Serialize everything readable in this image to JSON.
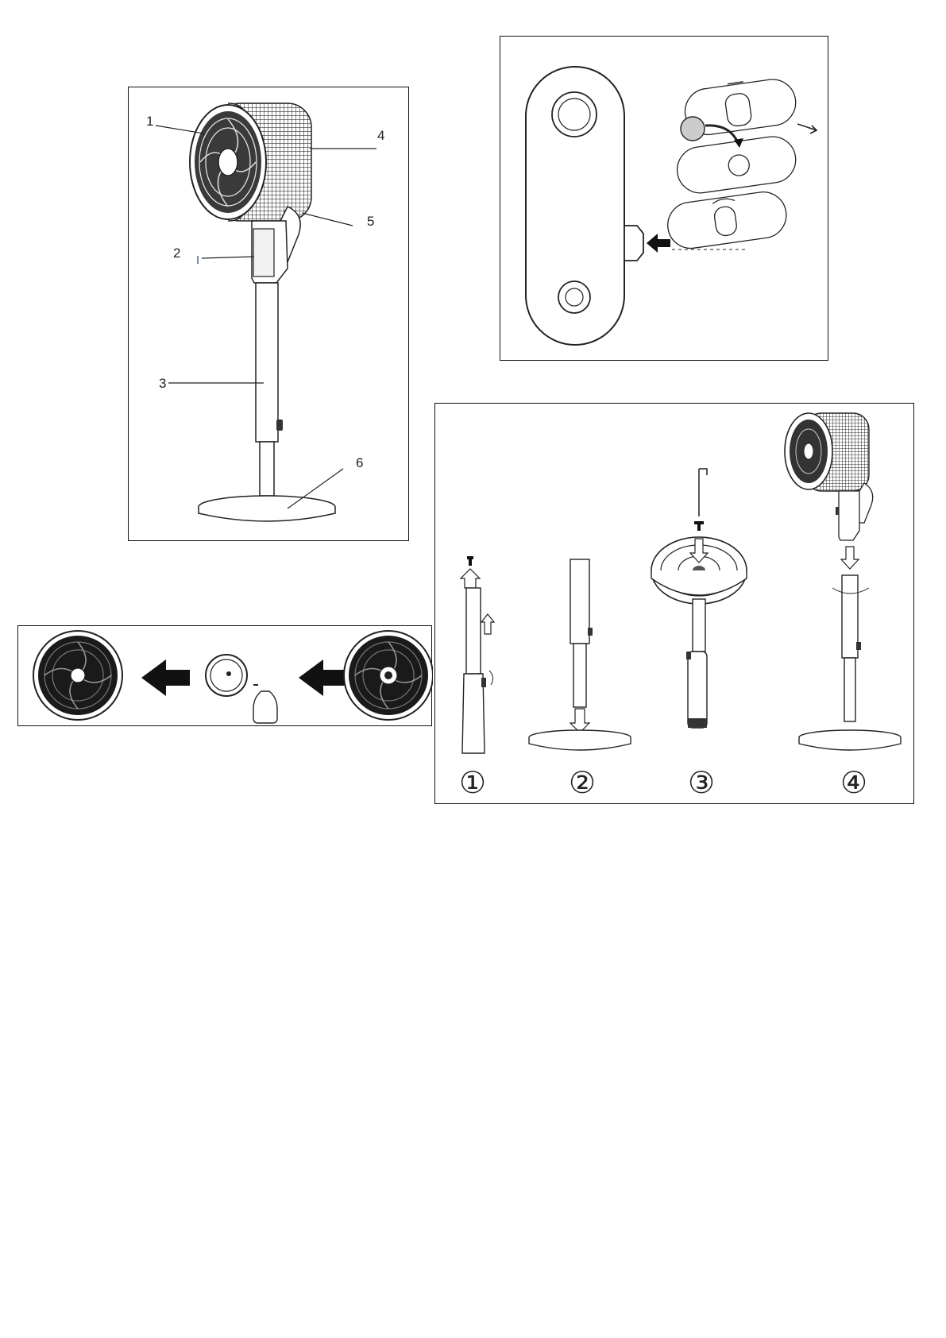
{
  "colors": {
    "line": "#222222",
    "arrow_dark": "#111111",
    "grille_dark": "#1a1a1a",
    "paper": "#ffffff"
  },
  "fan_diagram": {
    "part_labels": [
      "1",
      "2",
      "3",
      "4",
      "5",
      "6"
    ],
    "panel_text": "I"
  },
  "assembly": {
    "steps": [
      "①",
      "②",
      "③",
      "④"
    ]
  }
}
